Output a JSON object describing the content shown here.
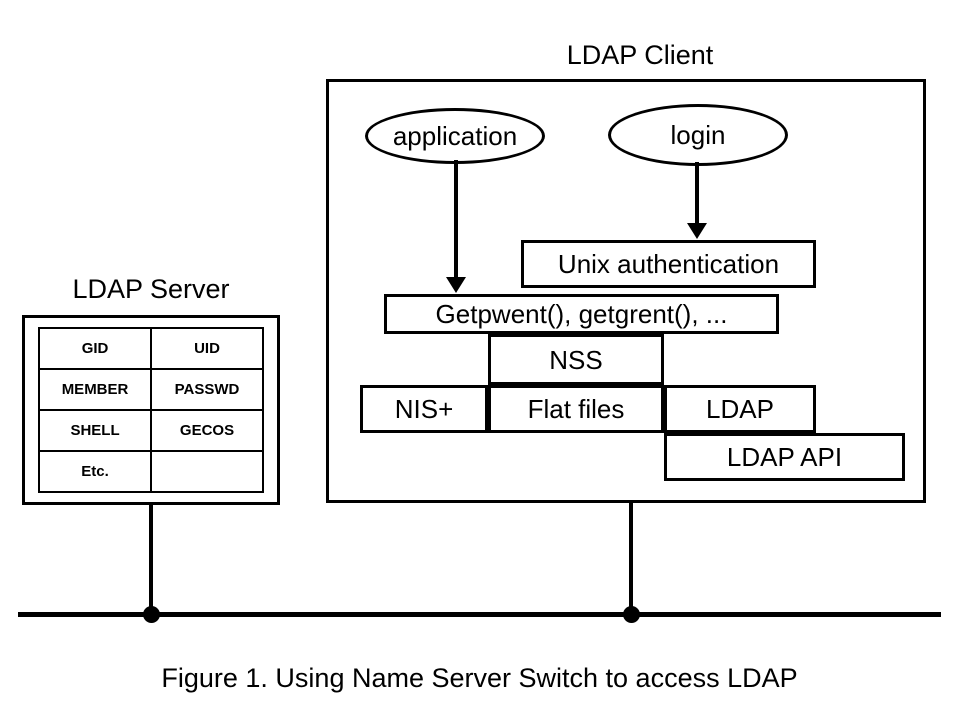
{
  "figure": {
    "caption": "Figure 1. Using Name Server Switch to access LDAP",
    "stroke_color": "#000000",
    "background_color": "#ffffff"
  },
  "client": {
    "title": "LDAP Client",
    "processes": [
      {
        "name": "application"
      },
      {
        "name": "login"
      }
    ],
    "layers": [
      {
        "id": "unix-authentication",
        "label": "Unix authentication"
      },
      {
        "id": "getpwent",
        "label": "Getpwent(), getgrent(), ..."
      },
      {
        "id": "nss",
        "label": "NSS"
      },
      {
        "id": "nisplus",
        "label": "NIS+"
      },
      {
        "id": "flat-files",
        "label": "Flat files"
      },
      {
        "id": "ldap",
        "label": "LDAP"
      },
      {
        "id": "ldap-api",
        "label": "LDAP API"
      }
    ]
  },
  "server": {
    "title": "LDAP Server",
    "table": {
      "rows": [
        {
          "left": "GID",
          "right": "UID"
        },
        {
          "left": "MEMBER",
          "right": "PASSWD"
        },
        {
          "left": "SHELL",
          "right": "GECOS"
        },
        {
          "left": "Etc.",
          "right": ""
        }
      ]
    }
  }
}
